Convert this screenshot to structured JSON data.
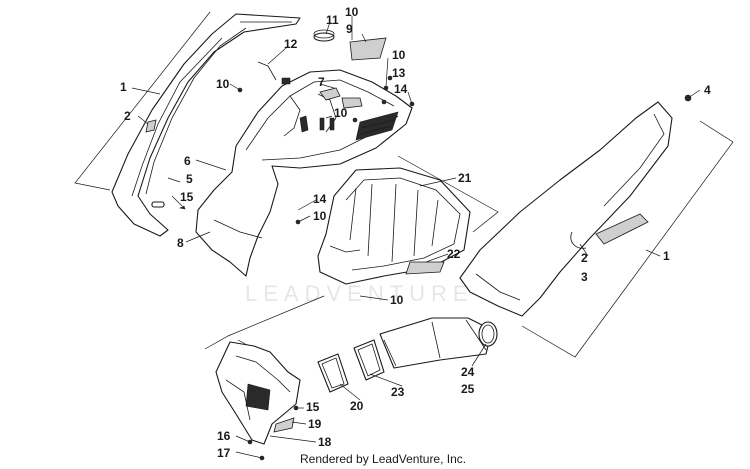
{
  "watermark": "LEADVENTURE",
  "footer": "Rendered by LeadVenture, Inc.",
  "callouts": {
    "c1_left": "1",
    "c2_left": "2",
    "c11": "11",
    "c10_top": "10",
    "c9": "9",
    "c12": "12",
    "c10_a": "10",
    "c10_b": "10",
    "c13": "13",
    "c7": "7",
    "c14_top": "14",
    "c10_c": "10",
    "c4": "4",
    "c6": "6",
    "c5": "5",
    "c15_left": "15",
    "c21": "21",
    "c14_mid": "14",
    "c10_mid": "10",
    "c8": "8",
    "c22": "22",
    "c1_right": "1",
    "c2_right": "2",
    "c3": "3",
    "c10_bottom": "10",
    "c24": "24",
    "c25": "25",
    "c23": "23",
    "c20": "20",
    "c15_bottom": "15",
    "c19": "19",
    "c16": "16",
    "c18": "18",
    "c17": "17"
  }
}
